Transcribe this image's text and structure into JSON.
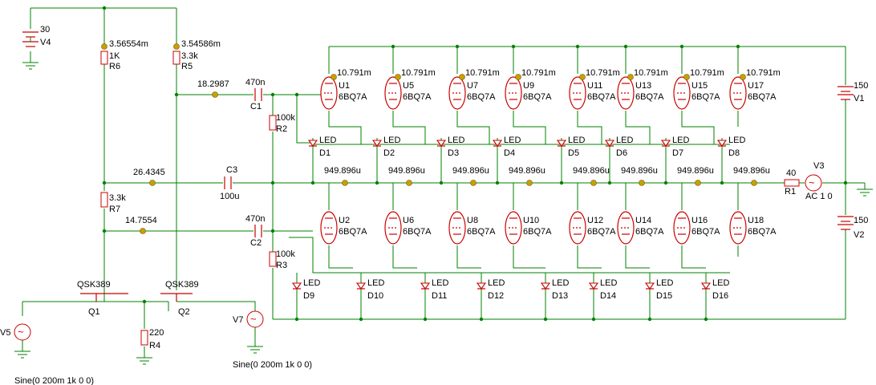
{
  "supplies": {
    "V4": {
      "name": "V4",
      "value": "30"
    },
    "V1": {
      "name": "V1",
      "value": "150"
    },
    "V2": {
      "name": "V2",
      "value": "150"
    },
    "V3": {
      "name": "V3",
      "value": "AC 1 0"
    },
    "V5": {
      "name": "V5"
    },
    "V7": {
      "name": "V7"
    }
  },
  "sine_labels": {
    "v5": "Sine(0 200m 1k 0 0)",
    "v7": "Sine(0 200m 1k 0 0)"
  },
  "resistors": {
    "R6": {
      "name": "R6",
      "value": "1K"
    },
    "R5": {
      "name": "R5",
      "value": "3.3k"
    },
    "R7": {
      "name": "R7",
      "value": "3.3k"
    },
    "R4": {
      "name": "R4",
      "value": "220"
    },
    "R2": {
      "name": "R2",
      "value": "100k"
    },
    "R3": {
      "name": "R3",
      "value": "100k"
    },
    "R1": {
      "name": "R1",
      "value": "40"
    }
  },
  "capacitors": {
    "C1": {
      "name": "C1",
      "value": "470n"
    },
    "C2": {
      "name": "C2",
      "value": "470n"
    },
    "C3": {
      "name": "C3",
      "value": "100u"
    }
  },
  "transistors": {
    "Q1": {
      "name": "Q1",
      "model": "QSK389"
    },
    "Q2": {
      "name": "Q2",
      "model": "QSK389"
    }
  },
  "probes": {
    "r6_current": "3.56554m",
    "r5_current": "3.54586m",
    "c1_node": "18.2987",
    "c3_left_node": "26.4345",
    "c2_node": "14.7554",
    "tube_current": "10.791m",
    "mid_current": "949.896u"
  },
  "tube_model": "6BQ7A",
  "tubes_top": [
    "U1",
    "U5",
    "U7",
    "U9",
    "U11",
    "U13",
    "U15",
    "U17"
  ],
  "tubes_bottom": [
    "U2",
    "U6",
    "U8",
    "U10",
    "U12",
    "U14",
    "U16",
    "U18"
  ],
  "leds": {
    "label": "LED",
    "top": [
      "D1",
      "D2",
      "D3",
      "D4",
      "D5",
      "D6",
      "D7",
      "D8"
    ],
    "bottom": [
      "D9",
      "D10",
      "D11",
      "D12",
      "D13",
      "D14",
      "D15",
      "D16"
    ]
  }
}
